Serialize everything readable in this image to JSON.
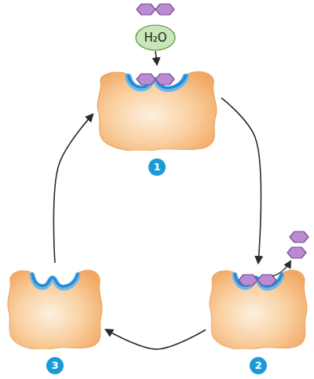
{
  "diagram": {
    "nodes": [
      {
        "text": [
          "H₂O"
        ]
      },
      {
        "text": [
          "1"
        ]
      },
      {
        "text": [
          "2"
        ]
      },
      {
        "text": [
          "3"
        ]
      }
    ],
    "edges": [
      {
        "from": 0,
        "to": 1,
        "arrow": "to"
      },
      {
        "from": 1,
        "to": 2,
        "arrow": "to"
      },
      {
        "from": 2,
        "to": 3,
        "arrow": "to"
      },
      {
        "from": 3,
        "to": 1,
        "arrow": "to"
      }
    ]
  }
}
